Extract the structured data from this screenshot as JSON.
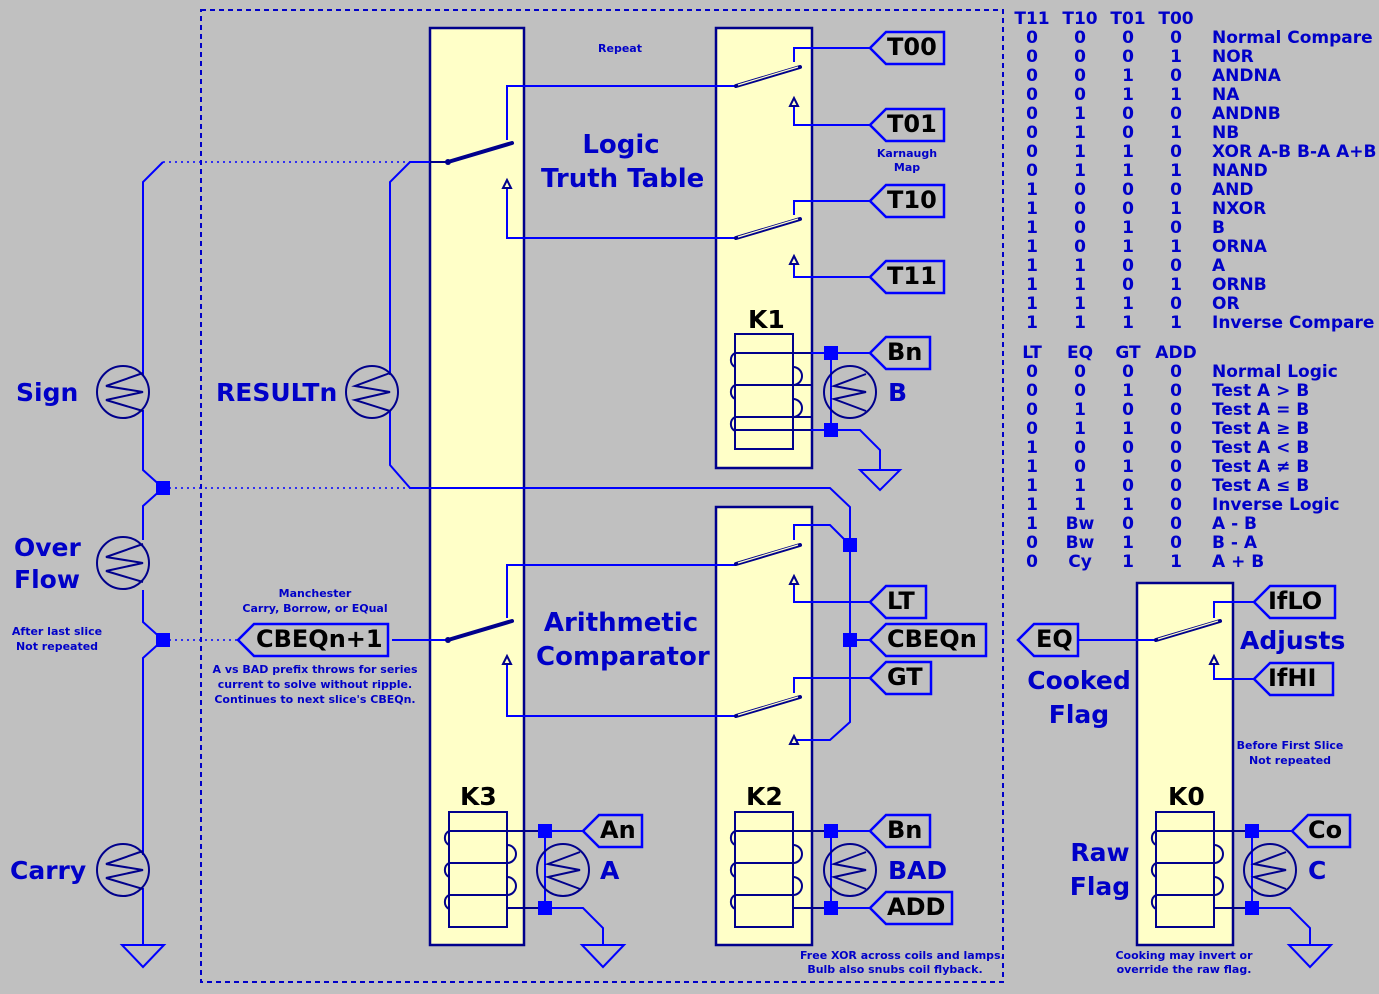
{
  "colors": {
    "background": "#c0c0c0",
    "relay_fill": "#ffffc8",
    "wire": "#0000ff",
    "outline": "#00008c",
    "text": "#0000c8"
  },
  "labels": {
    "repeat": "Repeat",
    "logic_truth_table": [
      "Logic",
      "Truth Table"
    ],
    "arithmetic_comparator": [
      "Arithmetic",
      "Comparator"
    ],
    "karnaugh_map": [
      "Karnaugh",
      "Map"
    ],
    "manchester": [
      "Manchester",
      "Carry, Borrow, or EQual"
    ],
    "prefix_note": [
      "A vs BAD prefix throws for series",
      "current to solve without ripple.",
      "Continues to next slice's CBEQn."
    ],
    "after_last_slice": [
      "After last slice",
      "Not repeated"
    ],
    "before_first_slice": [
      "Before First Slice",
      "Not repeated"
    ],
    "free_xor_note": [
      "Free XOR across coils and lamps.",
      "Bulb also snubs coil flyback."
    ],
    "cooking_note": [
      "Cooking may invert or",
      "override the raw flag."
    ],
    "adjusts": "Adjusts",
    "cooked_flag": [
      "Cooked",
      "Flag"
    ],
    "raw_flag": [
      "Raw",
      "Flag"
    ]
  },
  "lamps": {
    "sign": "Sign",
    "overflow": [
      "Over",
      "Flow"
    ],
    "carry": "Carry",
    "result": "RESULTn",
    "b": "B",
    "a": "A",
    "bad": "BAD",
    "c": "C"
  },
  "relays": {
    "k1": "K1",
    "k2": "K2",
    "k3": "K3",
    "k0": "K0"
  },
  "flags": {
    "t00": "T00",
    "t01": "T01",
    "t10": "T10",
    "t11": "T11",
    "bn_top": "Bn",
    "lt": "LT",
    "cbeqn": "CBEQn",
    "gt": "GT",
    "an": "An",
    "bn_bottom": "Bn",
    "add": "ADD",
    "cbeqn1": "CBEQn+1",
    "iflo": "IfLO",
    "ifhi": "IfHI",
    "eq": "EQ",
    "co": "Co"
  },
  "truth_table": {
    "headers": [
      "T11",
      "T10",
      "T01",
      "T00"
    ],
    "rows": [
      {
        "v": [
          "0",
          "0",
          "0",
          "0"
        ],
        "desc": "Normal Compare"
      },
      {
        "v": [
          "0",
          "0",
          "0",
          "1"
        ],
        "desc": "NOR"
      },
      {
        "v": [
          "0",
          "0",
          "1",
          "0"
        ],
        "desc": "ANDNA"
      },
      {
        "v": [
          "0",
          "0",
          "1",
          "1"
        ],
        "desc": "NA"
      },
      {
        "v": [
          "0",
          "1",
          "0",
          "0"
        ],
        "desc": "ANDNB"
      },
      {
        "v": [
          "0",
          "1",
          "0",
          "1"
        ],
        "desc": "NB"
      },
      {
        "v": [
          "0",
          "1",
          "1",
          "0"
        ],
        "desc": "XOR A-B B-A A+B"
      },
      {
        "v": [
          "0",
          "1",
          "1",
          "1"
        ],
        "desc": "NAND"
      },
      {
        "v": [
          "1",
          "0",
          "0",
          "0"
        ],
        "desc": "AND"
      },
      {
        "v": [
          "1",
          "0",
          "0",
          "1"
        ],
        "desc": "NXOR"
      },
      {
        "v": [
          "1",
          "0",
          "1",
          "0"
        ],
        "desc": "B"
      },
      {
        "v": [
          "1",
          "0",
          "1",
          "1"
        ],
        "desc": "ORNA"
      },
      {
        "v": [
          "1",
          "1",
          "0",
          "0"
        ],
        "desc": "A"
      },
      {
        "v": [
          "1",
          "1",
          "0",
          "1"
        ],
        "desc": "ORNB"
      },
      {
        "v": [
          "1",
          "1",
          "1",
          "0"
        ],
        "desc": "OR"
      },
      {
        "v": [
          "1",
          "1",
          "1",
          "1"
        ],
        "desc": "Inverse Compare"
      }
    ]
  },
  "comparator_table": {
    "headers": [
      "LT",
      "EQ",
      "GT",
      "ADD"
    ],
    "rows": [
      {
        "v": [
          "0",
          "0",
          "0",
          "0"
        ],
        "desc": "Normal Logic"
      },
      {
        "v": [
          "0",
          "0",
          "1",
          "0"
        ],
        "desc": "Test  A > B"
      },
      {
        "v": [
          "0",
          "1",
          "0",
          "0"
        ],
        "desc": "Test  A = B"
      },
      {
        "v": [
          "0",
          "1",
          "1",
          "0"
        ],
        "desc": "Test  A ≥ B"
      },
      {
        "v": [
          "1",
          "0",
          "0",
          "0"
        ],
        "desc": "Test  A < B"
      },
      {
        "v": [
          "1",
          "0",
          "1",
          "0"
        ],
        "desc": "Test  A ≠ B"
      },
      {
        "v": [
          "1",
          "1",
          "0",
          "0"
        ],
        "desc": "Test  A ≤ B"
      },
      {
        "v": [
          "1",
          "1",
          "1",
          "0"
        ],
        "desc": "Inverse Logic"
      },
      {
        "v": [
          "1",
          "Bw",
          "0",
          "0"
        ],
        "desc": "A - B"
      },
      {
        "v": [
          "0",
          "Bw",
          "1",
          "0"
        ],
        "desc": "B - A"
      },
      {
        "v": [
          "0",
          "Cy",
          "1",
          "1"
        ],
        "desc": "A + B"
      }
    ]
  }
}
